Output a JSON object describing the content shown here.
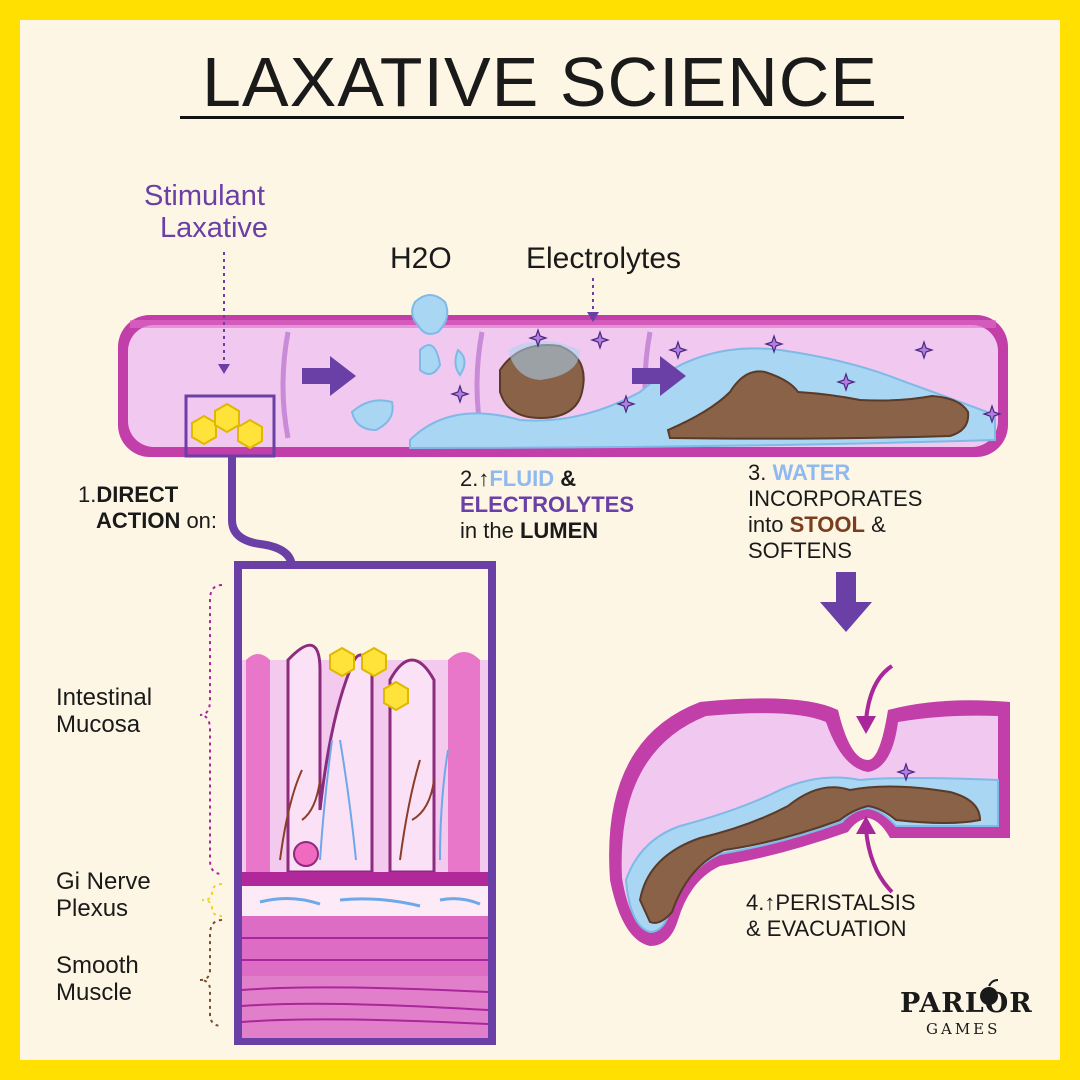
{
  "title": "LAXATIVE SCIENCE",
  "labels": {
    "stimulant_line1": "Stimulant",
    "stimulant_line2": "Laxative",
    "h2o": "H2O",
    "electrolytes": "Electrolytes",
    "intestinal_mucosa_line1": "Intestinal",
    "intestinal_mucosa_line2": "Mucosa",
    "gi_nerve_line1": "Gi Nerve",
    "gi_nerve_line2": "Plexus",
    "smooth_muscle_line1": "Smooth",
    "smooth_muscle_line2": "Muscle"
  },
  "steps": {
    "step1": {
      "num": "1.",
      "bold1": "DIRECT",
      "bold2": "ACTION",
      "rest": " on:"
    },
    "step2": {
      "num": "2.",
      "fluid": "FLUID",
      "amp": " &",
      "electrolytes": "ELECTROLYTES",
      "in_the": "in the ",
      "lumen": "LUMEN"
    },
    "step3": {
      "num": "3. ",
      "water": "WATER",
      "incorporates": "INCORPORATES",
      "into": "into ",
      "stool": "STOOL",
      "amp": " &",
      "softens": "SOFTENS"
    },
    "step4": {
      "num": "4.",
      "line1": "PERISTALSIS",
      "line2": "& EVACUATION"
    }
  },
  "logo": {
    "main": "PARLOR",
    "sub": "GAMES"
  },
  "colors": {
    "border": "#ffe000",
    "background": "#fdf6e4",
    "wall": "#c23ea8",
    "lumen": "#f1c8ef",
    "water": "#a9d6f3",
    "stool": "#8a6248",
    "arrow": "#6a3fa6",
    "crystal": "#ffe23a"
  },
  "icons": [
    "up-arrow-icon",
    "down-arrow-icon",
    "right-arrow-icon",
    "sparkle-icon",
    "hexagon-icon"
  ]
}
